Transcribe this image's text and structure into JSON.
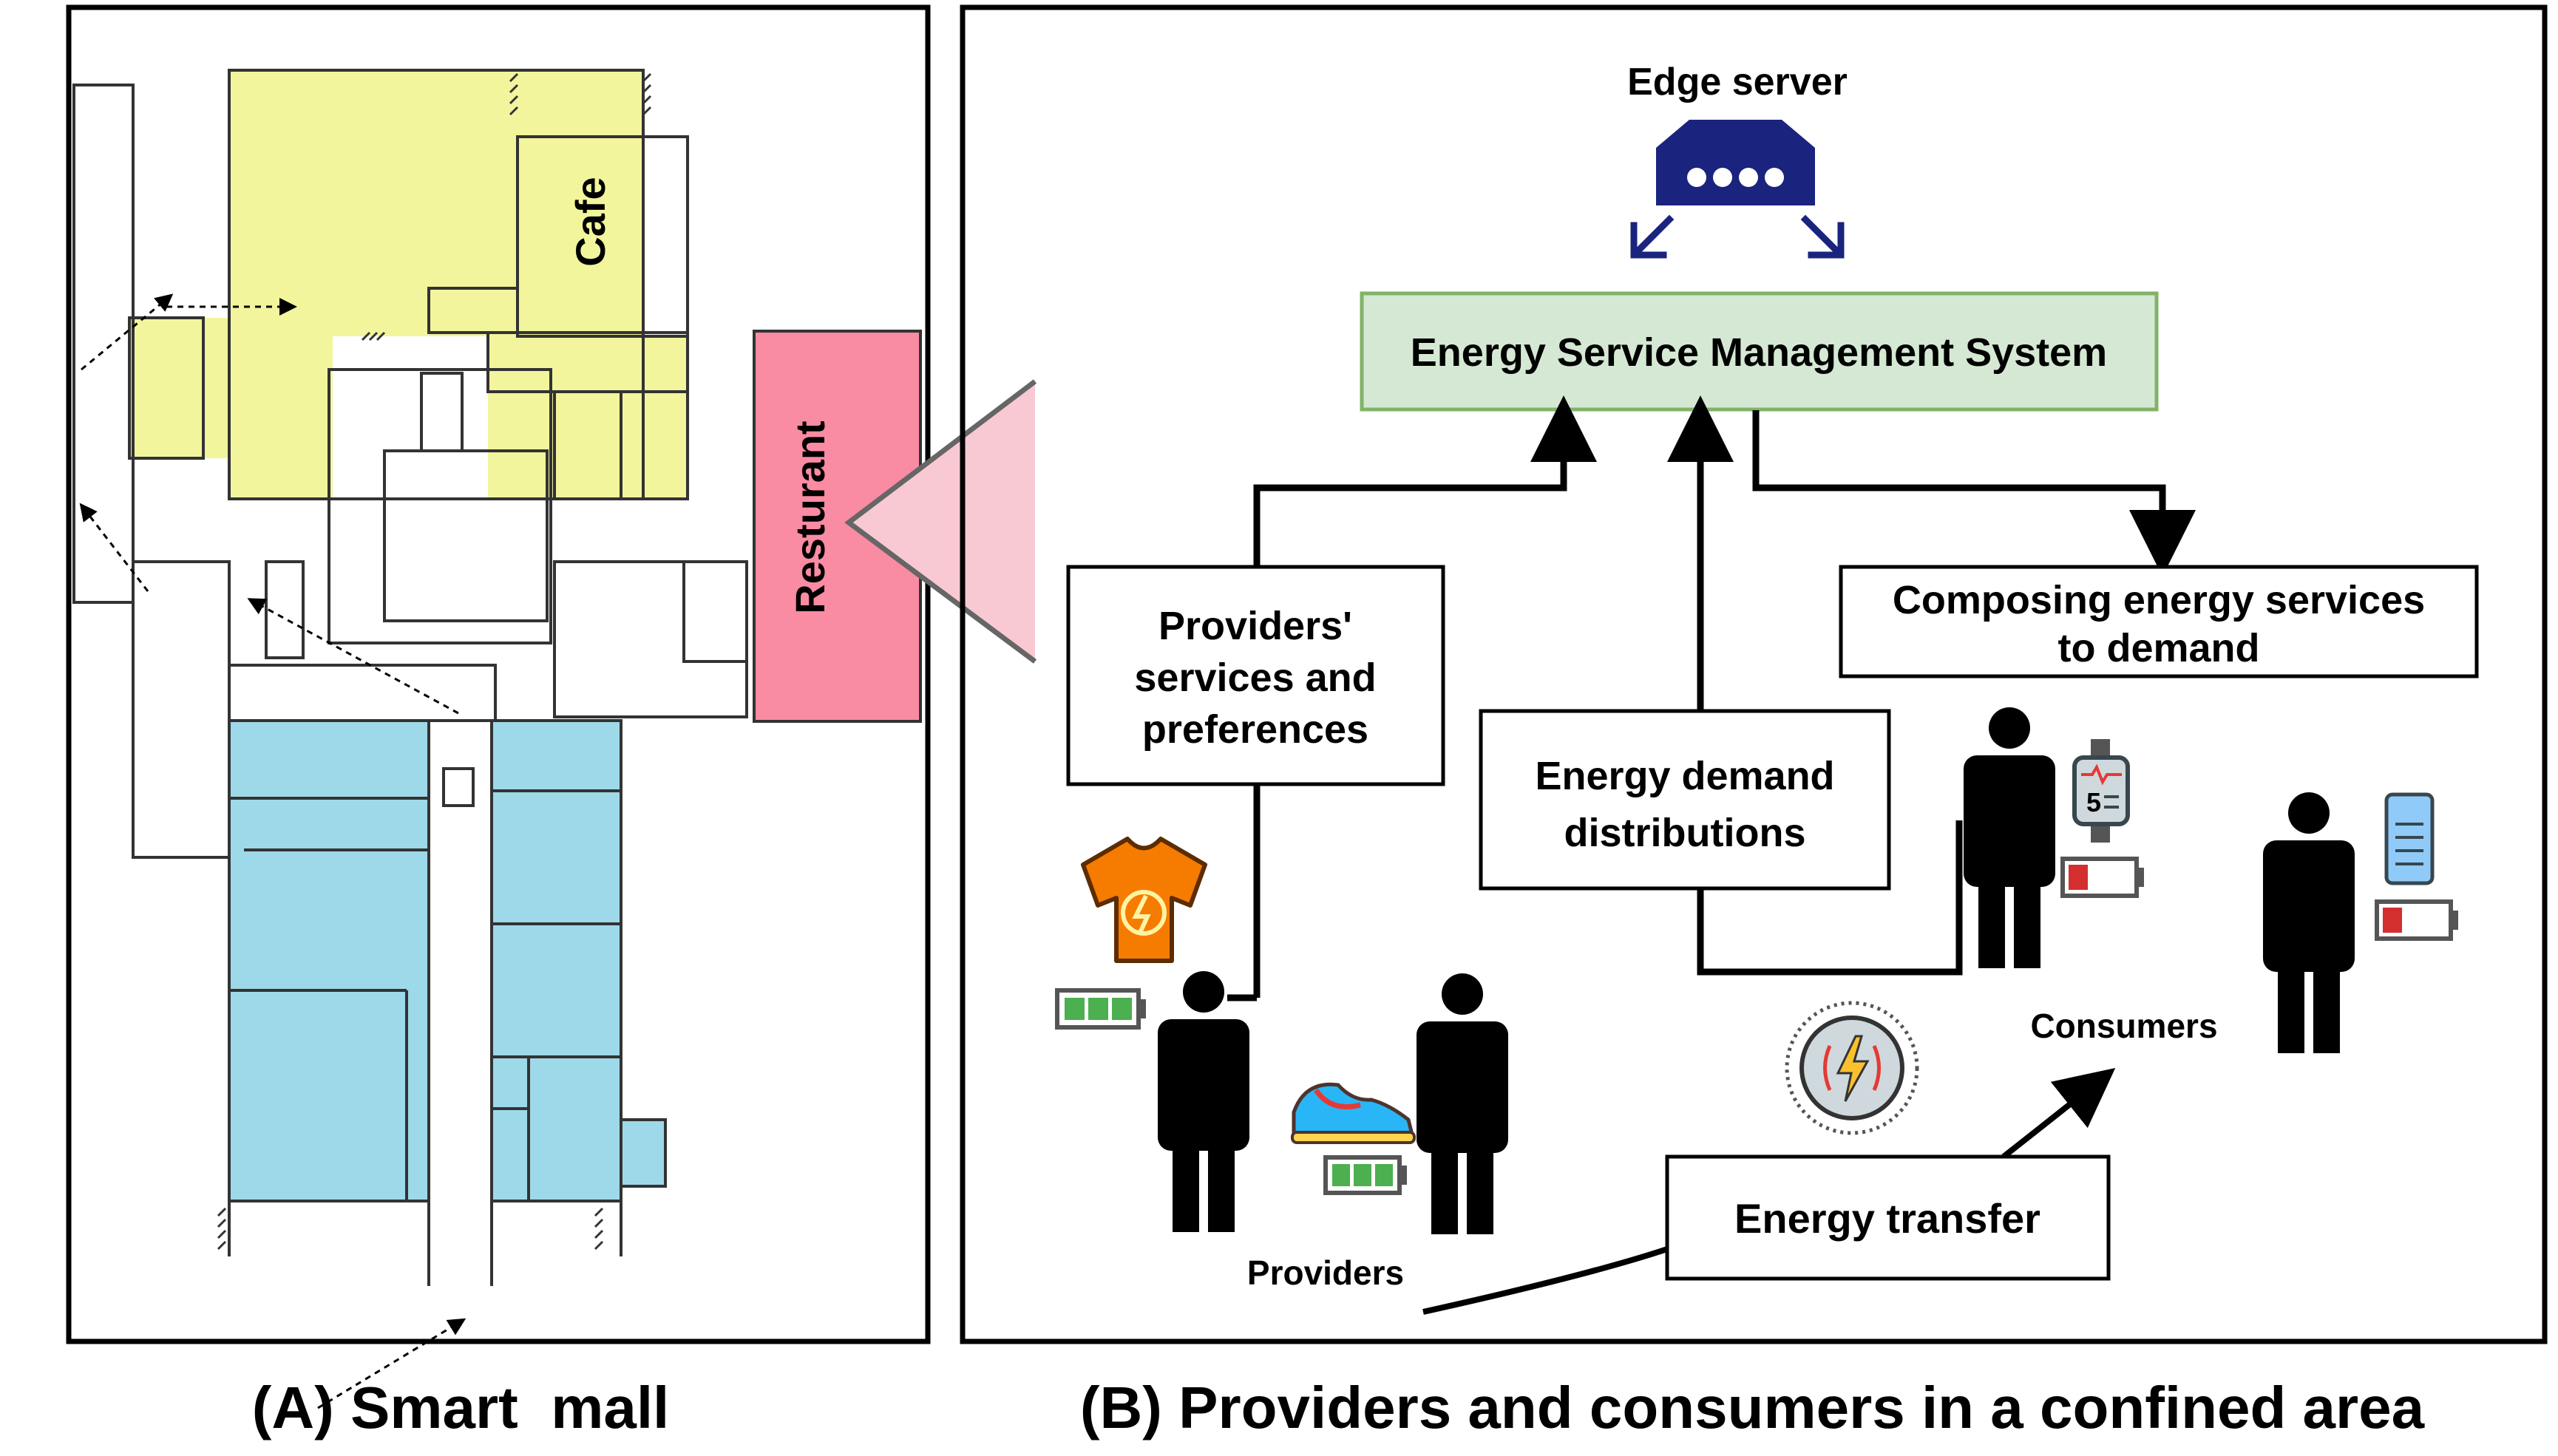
{
  "panel_a": {
    "caption": "(A) Smart  mall",
    "cafe_label": "Cafe",
    "restaurant_label": "Resturant"
  },
  "panel_b": {
    "caption": "(B) Providers and consumers in a confined area",
    "edge_server_label": "Edge server",
    "esms_label": "Energy Service Management System",
    "providers_box": [
      "Providers'",
      "services and",
      "preferences"
    ],
    "demand_box": [
      "Energy demand",
      "distributions"
    ],
    "compose_box": [
      "Composing energy services",
      "to demand"
    ],
    "transfer_label": "Energy transfer",
    "providers_label": "Providers",
    "consumers_label": "Consumers",
    "watch_time": "5"
  },
  "icons": [
    "edge-server-icon",
    "smart-shirt-icon",
    "smart-shoe-icon",
    "smartwatch-icon",
    "smartphone-icon",
    "battery-icon",
    "wireless-charging-icon",
    "person-icon"
  ],
  "colors": {
    "cafe": "#f2f59c",
    "shops": "#9ed9ea",
    "restaurant": "#f98ba3",
    "esms_fill": "#d5e8d4",
    "esms_stroke": "#82b366",
    "server": "#1a237e",
    "battery_full": "#4caf50",
    "battery_low": "#d32f2f"
  }
}
